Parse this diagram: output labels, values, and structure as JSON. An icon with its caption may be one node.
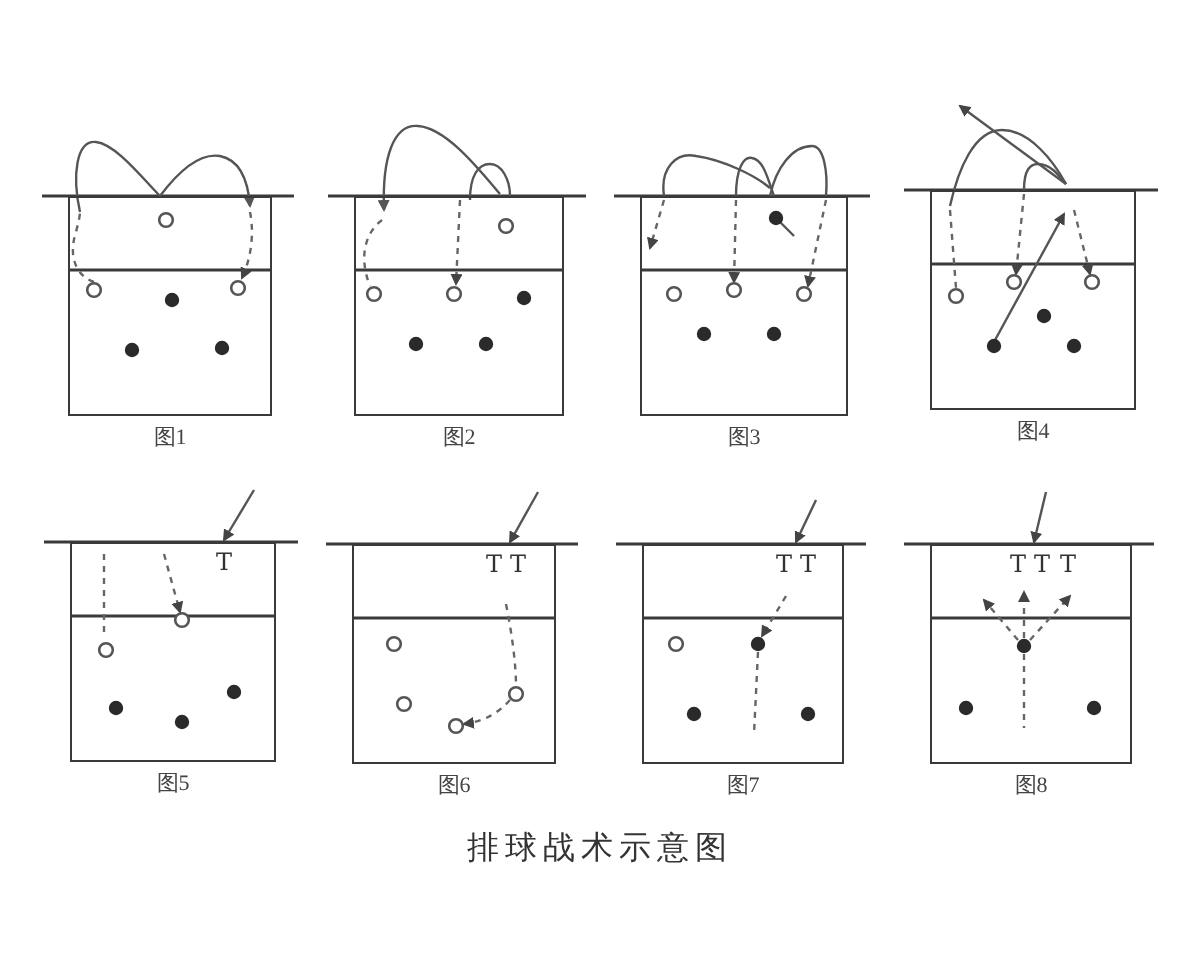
{
  "diagram": {
    "caption": "排球战术示意图",
    "nodes": [
      {
        "text": [],
        "shape": "box",
        "beside": [
          "图1"
        ]
      },
      {
        "text": [],
        "shape": "box",
        "beside": [
          "图2"
        ]
      },
      {
        "text": [],
        "shape": "box",
        "beside": [
          "图3"
        ]
      },
      {
        "text": [],
        "shape": "box",
        "beside": [
          "图4"
        ]
      },
      {
        "text": [
          "T"
        ],
        "beside": [
          "图5"
        ]
      },
      {
        "text": [
          "T",
          "T"
        ],
        "beside": [
          "图6"
        ]
      },
      {
        "text": [
          "T",
          "T"
        ],
        "beside": [
          "图7"
        ]
      },
      {
        "text": [
          "T",
          "T",
          "T"
        ],
        "beside": [
          "图8"
        ]
      }
    ],
    "edges": [
      {
        "from": 0,
        "to": 0,
        "arrow": "to"
      },
      {
        "from": 1,
        "to": 1,
        "arrow": "to"
      }
    ]
  }
}
